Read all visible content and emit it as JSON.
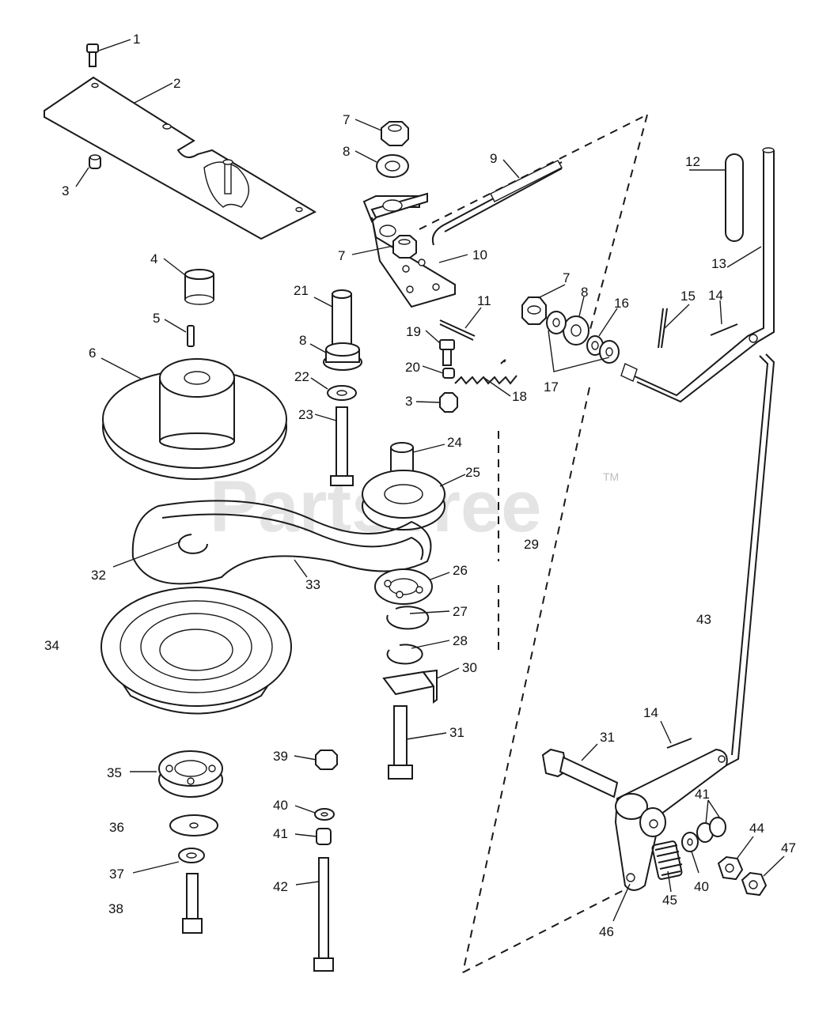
{
  "watermark": {
    "text": "PartsTree",
    "tm": "TM"
  },
  "callouts": {
    "c1": "1",
    "c2": "2",
    "c3a": "3",
    "c3b": "3",
    "c4": "4",
    "c5": "5",
    "c6": "6",
    "c7a": "7",
    "c7b": "7",
    "c7c": "7",
    "c8a": "8",
    "c8b": "8",
    "c8c": "8",
    "c9": "9",
    "c10": "10",
    "c11": "11",
    "c12": "12",
    "c13": "13",
    "c14a": "14",
    "c14b": "14",
    "c15": "15",
    "c16": "16",
    "c17": "17",
    "c18": "18",
    "c19": "19",
    "c20": "20",
    "c21": "21",
    "c22": "22",
    "c23": "23",
    "c24": "24",
    "c25": "25",
    "c26": "26",
    "c27": "27",
    "c28": "28",
    "c29": "29",
    "c30": "30",
    "c31a": "31",
    "c31b": "31",
    "c32": "32",
    "c33": "33",
    "c34": "34",
    "c35": "35",
    "c36": "36",
    "c37": "37",
    "c38": "38",
    "c39": "39",
    "c40a": "40",
    "c40b": "40",
    "c41a": "41",
    "c41b": "41",
    "c42": "42",
    "c43": "43",
    "c44": "44",
    "c45": "45",
    "c46": "46",
    "c47": "47"
  }
}
